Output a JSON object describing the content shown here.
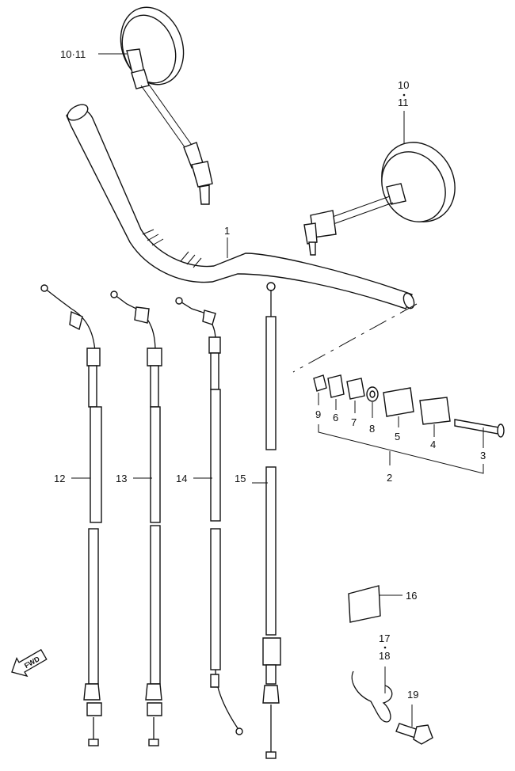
{
  "diagram": {
    "title": "",
    "fwd_badge": "FWD",
    "callouts": {
      "c1": "1",
      "c2": "2",
      "c3": "3",
      "c4": "4",
      "c5": "5",
      "c6": "6",
      "c7": "7",
      "c8": "8",
      "c9": "9",
      "c10_11_left": "10·11",
      "c10_right": "10",
      "c11_right": "11",
      "c12": "12",
      "c13": "13",
      "c14": "14",
      "c15": "15",
      "c16": "16",
      "c17": "17",
      "c18": "18",
      "c19": "19"
    }
  }
}
